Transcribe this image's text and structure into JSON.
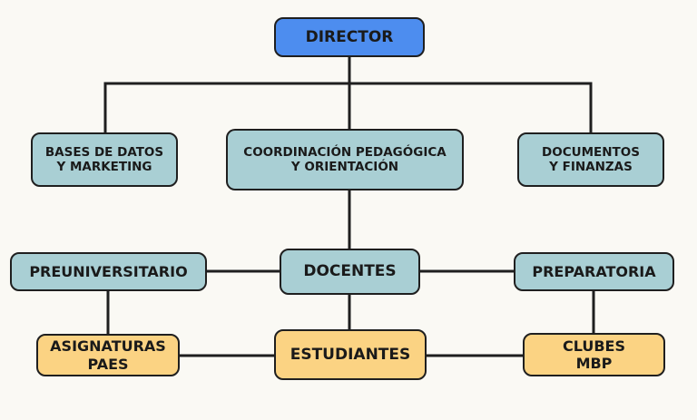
{
  "colors": {
    "top": "#4d8def",
    "area": "#a9cfd4",
    "people": "#fbd383",
    "line": "#1f1f1f",
    "background": "#faf9f4"
  },
  "nodes": {
    "director": "DIRECTOR",
    "bases": "BASES DE DATOS\nY MARKETING",
    "coordinacion": "COORDINACIÓN PEDAGÓGICA\nY ORIENTACIÓN",
    "documentos": "DOCUMENTOS\nY FINANZAS",
    "preuniversitario": "PREUNIVERSITARIO",
    "docentes": "DOCENTES",
    "preparatoria": "PREPARATORIA",
    "asignaturas": "ASIGNATURAS\nPAES",
    "estudiantes": "ESTUDIANTES",
    "clubes": "CLUBES\nMBP"
  }
}
